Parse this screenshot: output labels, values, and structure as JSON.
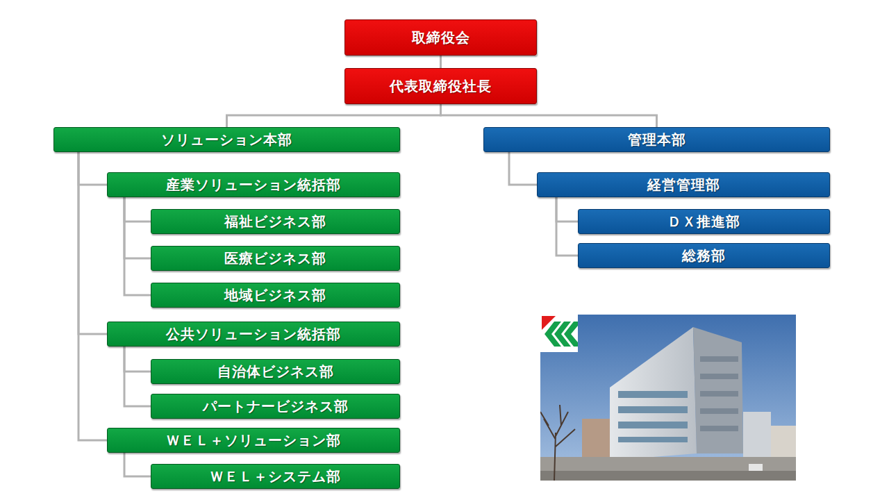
{
  "diagram": {
    "nodes": [
      {
        "text": [
          "取締役会"
        ]
      },
      {
        "text": [
          "代表取締役社長"
        ]
      },
      {
        "text": [
          "ソリューション本部"
        ]
      },
      {
        "text": [
          "産業ソリューション統括部"
        ]
      },
      {
        "text": [
          "福祉ビジネス部"
        ]
      },
      {
        "text": [
          "医療ビジネス部"
        ]
      },
      {
        "text": [
          "地域ビジネス部"
        ]
      },
      {
        "text": [
          "公共ソリューション統括部"
        ]
      },
      {
        "text": [
          "自治体ビジネス部"
        ]
      },
      {
        "text": [
          "パートナービジネス部"
        ]
      },
      {
        "text": [
          "ＷＥＬ＋ソリューション部"
        ]
      },
      {
        "text": [
          "ＷＥＬ＋システム部"
        ]
      },
      {
        "text": [
          "管理本部"
        ]
      },
      {
        "text": [
          "経営管理部"
        ]
      },
      {
        "text": [
          "ＤＸ推進部"
        ]
      },
      {
        "text": [
          "総務部"
        ]
      }
    ],
    "edges": [
      {
        "from": 0,
        "to": 1,
        "arrow": "none"
      },
      {
        "from": 1,
        "to": 2,
        "arrow": "none"
      },
      {
        "from": 1,
        "to": 12,
        "arrow": "none"
      },
      {
        "from": 2,
        "to": 3,
        "arrow": "none"
      },
      {
        "from": 2,
        "to": 7,
        "arrow": "none"
      },
      {
        "from": 2,
        "to": 10,
        "arrow": "none"
      },
      {
        "from": 3,
        "to": 4,
        "arrow": "none"
      },
      {
        "from": 3,
        "to": 5,
        "arrow": "none"
      },
      {
        "from": 3,
        "to": 6,
        "arrow": "none"
      },
      {
        "from": 7,
        "to": 8,
        "arrow": "none"
      },
      {
        "from": 7,
        "to": 9,
        "arrow": "none"
      },
      {
        "from": 10,
        "to": 11,
        "arrow": "none"
      },
      {
        "from": 12,
        "to": 13,
        "arrow": "none"
      },
      {
        "from": 13,
        "to": 14,
        "arrow": "none"
      },
      {
        "from": 13,
        "to": 15,
        "arrow": "none"
      }
    ]
  }
}
